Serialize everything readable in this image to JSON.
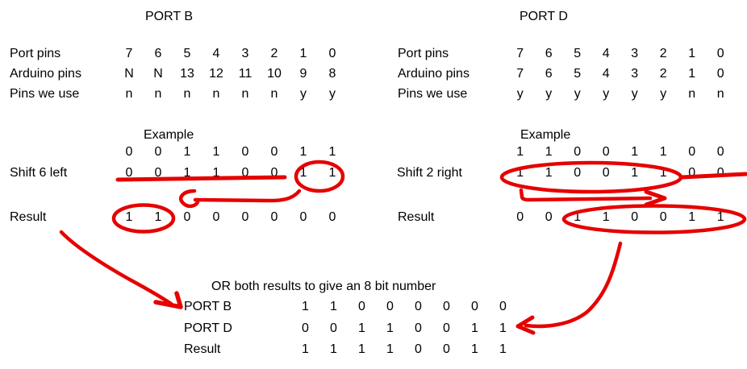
{
  "colors": {
    "background": "#ffffff",
    "text": "#000000",
    "annotation_red": "#e60000"
  },
  "port_b": {
    "title": "PORT B",
    "pin_rows": [
      {
        "label": "Port pins",
        "values": [
          "7",
          "6",
          "5",
          "4",
          "3",
          "2",
          "1",
          "0"
        ]
      },
      {
        "label": "Arduino pins",
        "values": [
          "N",
          "N",
          "13",
          "12",
          "11",
          "10",
          "9",
          "8"
        ]
      },
      {
        "label": "Pins we use",
        "values": [
          "n",
          "n",
          "n",
          "n",
          "n",
          "n",
          "y",
          "y"
        ]
      }
    ],
    "example": {
      "title": "Example",
      "input_bits": [
        "0",
        "0",
        "1",
        "1",
        "0",
        "0",
        "1",
        "1"
      ],
      "shift_label": "Shift 6 left",
      "shift_bits": [
        "0",
        "0",
        "1",
        "1",
        "0",
        "0",
        "1",
        "1"
      ],
      "result_label": "Result",
      "result_bits": [
        "1",
        "1",
        "0",
        "0",
        "0",
        "0",
        "0",
        "0"
      ]
    }
  },
  "port_d": {
    "title": "PORT D",
    "pin_rows": [
      {
        "label": "Port pins",
        "values": [
          "7",
          "6",
          "5",
          "4",
          "3",
          "2",
          "1",
          "0"
        ]
      },
      {
        "label": "Arduino pins",
        "values": [
          "7",
          "6",
          "5",
          "4",
          "3",
          "2",
          "1",
          "0"
        ]
      },
      {
        "label": "Pins we use",
        "values": [
          "y",
          "y",
          "y",
          "y",
          "y",
          "y",
          "n",
          "n"
        ]
      }
    ],
    "example": {
      "title": "Example",
      "input_bits": [
        "1",
        "1",
        "0",
        "0",
        "1",
        "1",
        "0",
        "0"
      ],
      "shift_label": "Shift 2 right",
      "shift_bits": [
        "1",
        "1",
        "0",
        "0",
        "1",
        "1",
        "0",
        "0"
      ],
      "result_label": "Result",
      "result_bits": [
        "0",
        "0",
        "1",
        "1",
        "0",
        "0",
        "1",
        "1"
      ]
    }
  },
  "or_section": {
    "title": "OR both results to give an 8 bit number",
    "rows": [
      {
        "label": "PORT B",
        "values": [
          "1",
          "1",
          "0",
          "0",
          "0",
          "0",
          "0",
          "0"
        ]
      },
      {
        "label": "PORT D",
        "values": [
          "0",
          "0",
          "1",
          "1",
          "0",
          "0",
          "1",
          "1"
        ]
      },
      {
        "label": "Result",
        "values": [
          "1",
          "1",
          "1",
          "1",
          "0",
          "0",
          "1",
          "1"
        ]
      }
    ]
  }
}
